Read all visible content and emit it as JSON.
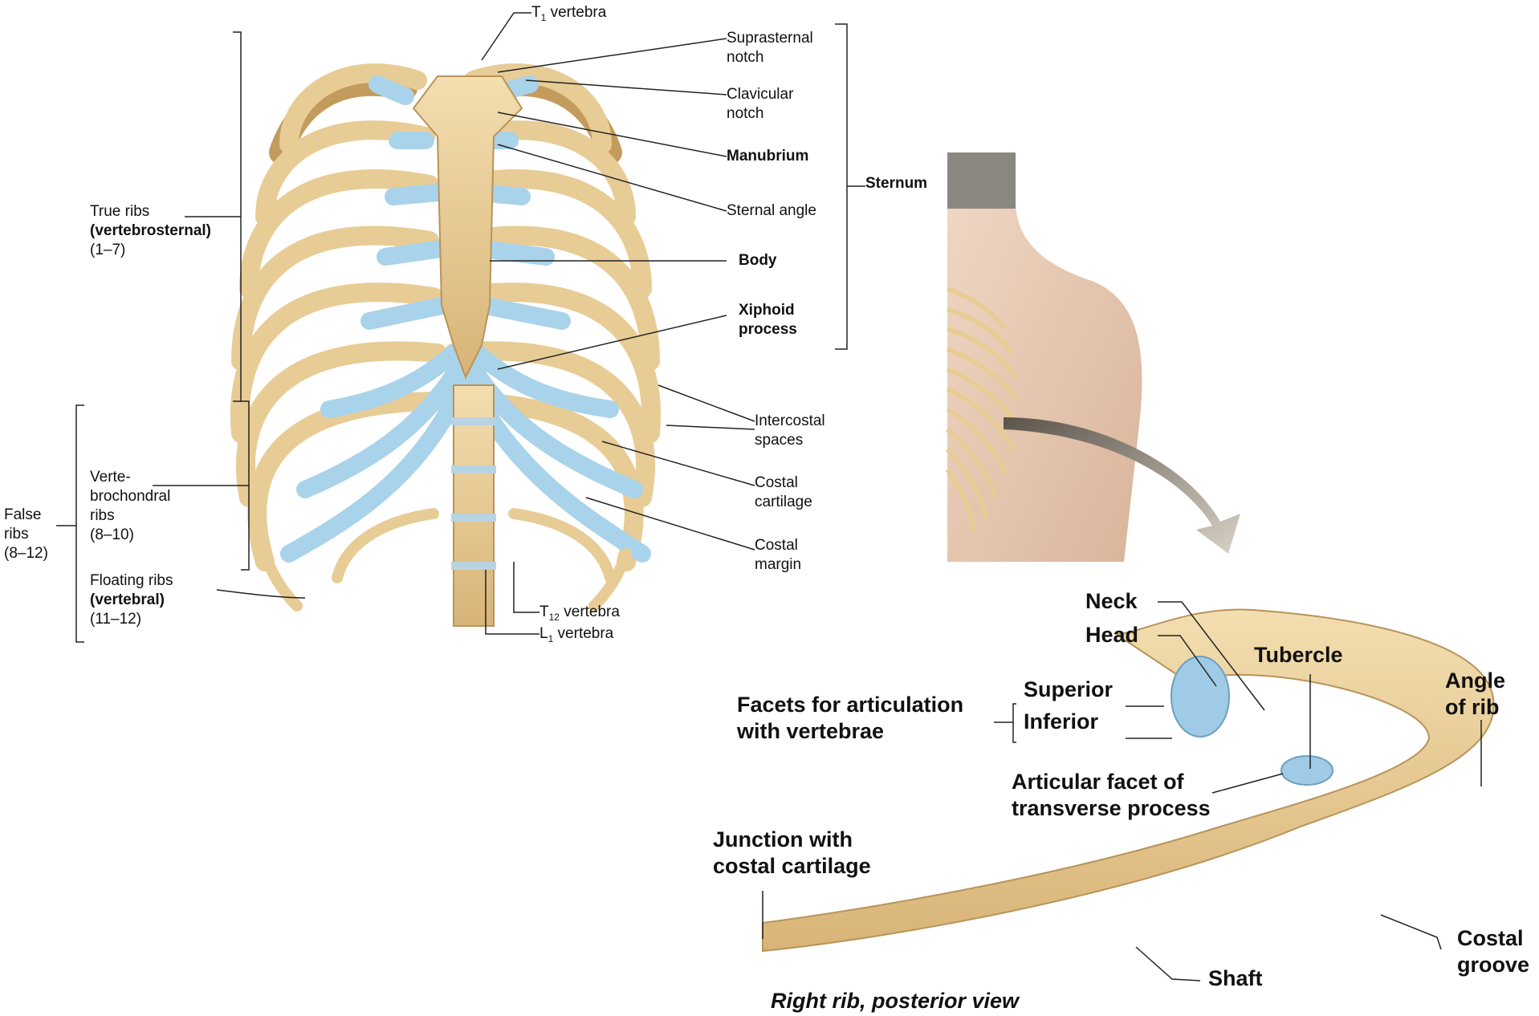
{
  "colors": {
    "bone": "#ebd19d",
    "bone_shadow": "#c9a567",
    "cartilage": "#a9d3ea",
    "skin": "#ead0bd",
    "leader": "#222222"
  },
  "ribcage_labels": {
    "t1": {
      "pre": "T",
      "sub": "1",
      "post": " vertebra"
    },
    "suprasternal": [
      "Suprasternal",
      "notch"
    ],
    "clavicular": [
      "Clavicular",
      "notch"
    ],
    "manubrium": "Manubrium",
    "sternal_angle": "Sternal angle",
    "body": "Body",
    "xiphoid": [
      "Xiphoid",
      "process"
    ],
    "sternum": "Sternum",
    "intercostal": [
      "Intercostal",
      "spaces"
    ],
    "costal_cartilage": [
      "Costal",
      "cartilage"
    ],
    "costal_margin": [
      "Costal",
      "margin"
    ],
    "t12": {
      "pre": "T",
      "sub": "12",
      "post": " vertebra"
    },
    "l1": {
      "pre": "L",
      "sub": "1",
      "post": " vertebra"
    },
    "true_ribs": {
      "title": "True ribs",
      "sub": "(vertebrosternal)",
      "range": "(1–7)"
    },
    "false_ribs": {
      "title1": "False",
      "title2": "ribs",
      "range": "(8–12)"
    },
    "vertebrochondral": {
      "l1": "Verte-",
      "l2": "brochondral",
      "l3": "ribs",
      "range": "(8–10)"
    },
    "floating": {
      "title": "Floating ribs",
      "sub": "(vertebral)",
      "range": "(11–12)"
    }
  },
  "rib_labels": {
    "neck": "Neck",
    "head": "Head",
    "tubercle": "Tubercle",
    "angle": [
      "Angle",
      "of rib"
    ],
    "facets": [
      "Facets for articulation",
      "with vertebrae"
    ],
    "superior": "Superior",
    "inferior": "Inferior",
    "articular_facet": [
      "Articular facet of",
      "transverse process"
    ],
    "junction": [
      "Junction with",
      "costal cartilage"
    ],
    "costal_groove": [
      "Costal",
      "groove"
    ],
    "shaft": "Shaft",
    "caption": "Right rib, posterior view"
  }
}
